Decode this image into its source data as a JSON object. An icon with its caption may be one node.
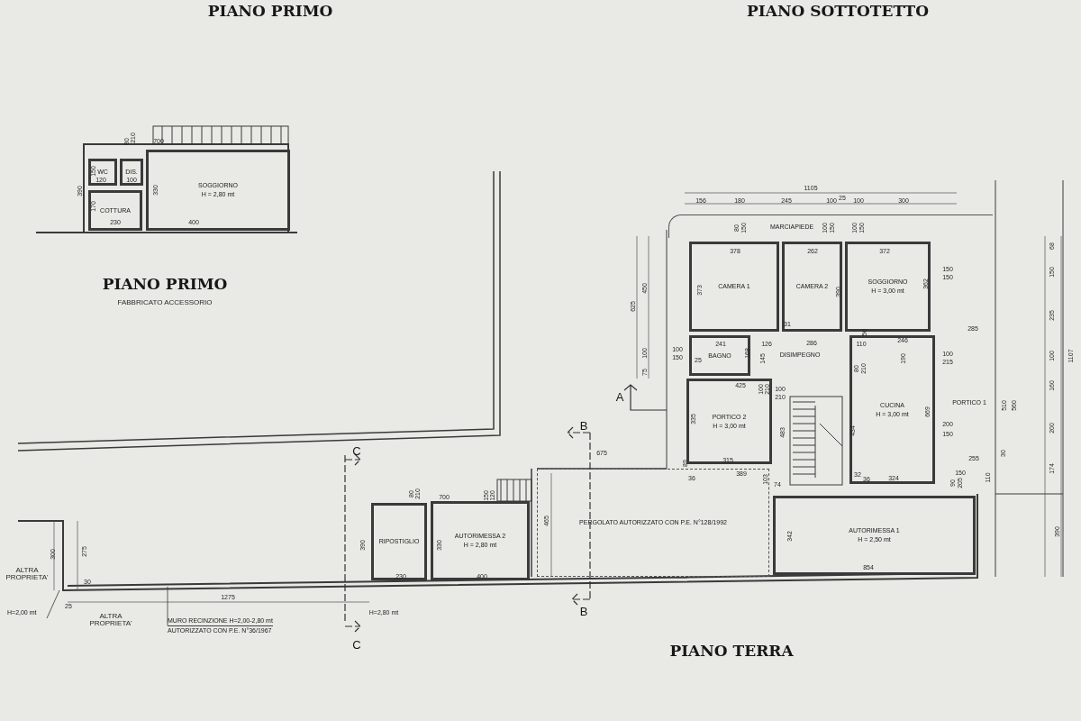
{
  "diagram": {
    "nodes": [
      {
        "text": [
          "SOGGIORNO",
          "H = 2,80 mt"
        ]
      },
      {
        "text": [
          "WC"
        ]
      },
      {
        "text": [
          "DIS."
        ]
      },
      {
        "text": [
          "COTTURA"
        ]
      },
      {
        "text": [
          "CAMERA 1"
        ]
      },
      {
        "text": [
          "CAMERA 2"
        ]
      },
      {
        "text": [
          "SOGGIORNO",
          "H = 3,00 mt"
        ]
      },
      {
        "text": [
          "BAGNO"
        ]
      },
      {
        "text": [
          "DISIMPEGNO"
        ]
      },
      {
        "text": [
          "PORTICO 2",
          "H = 3,00 mt"
        ]
      },
      {
        "text": [
          "CUCINA",
          "H = 3,00 mt"
        ]
      },
      {
        "text": [
          "PORTICO 1"
        ]
      },
      {
        "text": [
          "RIPOSTIGLIO"
        ]
      },
      {
        "text": [
          "AUTORIMESSA 2",
          "H = 2,80 mt"
        ]
      },
      {
        "text": [
          "PERGOLATO AUTORIZZATO CON P.E. N°128/1992"
        ]
      },
      {
        "text": [
          "AUTORIMESSA 1",
          "H = 2,50 mt"
        ]
      },
      {
        "text": [
          "MARCIAPIEDE"
        ]
      },
      {
        "text": [
          "H=2,00 mt"
        ]
      },
      {
        "text": [
          "MURO RECINZIONE H=2,00-2,80 mt",
          "AUTORIZZATO CON P.E. N°36/1967"
        ]
      }
    ],
    "edges": [
      {
        "from": 17,
        "to": null,
        "arrow": "none"
      },
      {
        "from": 18,
        "to": null,
        "arrow": "none"
      }
    ],
    "labels": [
      "80",
      "210",
      "700",
      "150",
      "120",
      "100",
      "390",
      "330",
      "170",
      "230",
      "400",
      "PIANO PRIMO",
      "FABBRICATO ACCESSORIO",
      "1105",
      "156",
      "180",
      "245",
      "100",
      "25",
      "100",
      "300",
      "80",
      "150",
      "100",
      "150",
      "100",
      "150",
      "378",
      "262",
      "372",
      "373",
      "390",
      "362",
      "150",
      "150",
      "625",
      "450",
      "100",
      "75",
      "100",
      "150",
      "25",
      "241",
      "126",
      "31",
      "286",
      "110",
      "50",
      "168",
      "145",
      "190",
      "80",
      "210",
      "246",
      "100",
      "215",
      "285",
      "A",
      "425",
      "100",
      "210",
      "100",
      "210",
      "335",
      "483",
      "434",
      "669",
      "200",
      "150",
      "510",
      "560",
      "30",
      "255",
      "110",
      "150",
      "90",
      "205",
      "315",
      "389",
      "89",
      "36",
      "103",
      "74",
      "32",
      "36",
      "324",
      "675",
      "B",
      "68",
      "150",
      "235",
      "100",
      "160",
      "200",
      "174",
      "1107",
      "390",
      "C",
      "80",
      "210",
      "700",
      "150",
      "120",
      "465",
      "390",
      "330",
      "230",
      "400",
      "342",
      "854",
      "300",
      "275",
      "30",
      "25",
      "1275",
      "ALTRA PROPRIETA'",
      "ALTRA PROPRIETA'",
      "H=2,80 mt",
      "B",
      "C",
      "PIANO TERRA",
      "PIANO PRIMO",
      "PIANO SOTTOTETTO"
    ]
  }
}
